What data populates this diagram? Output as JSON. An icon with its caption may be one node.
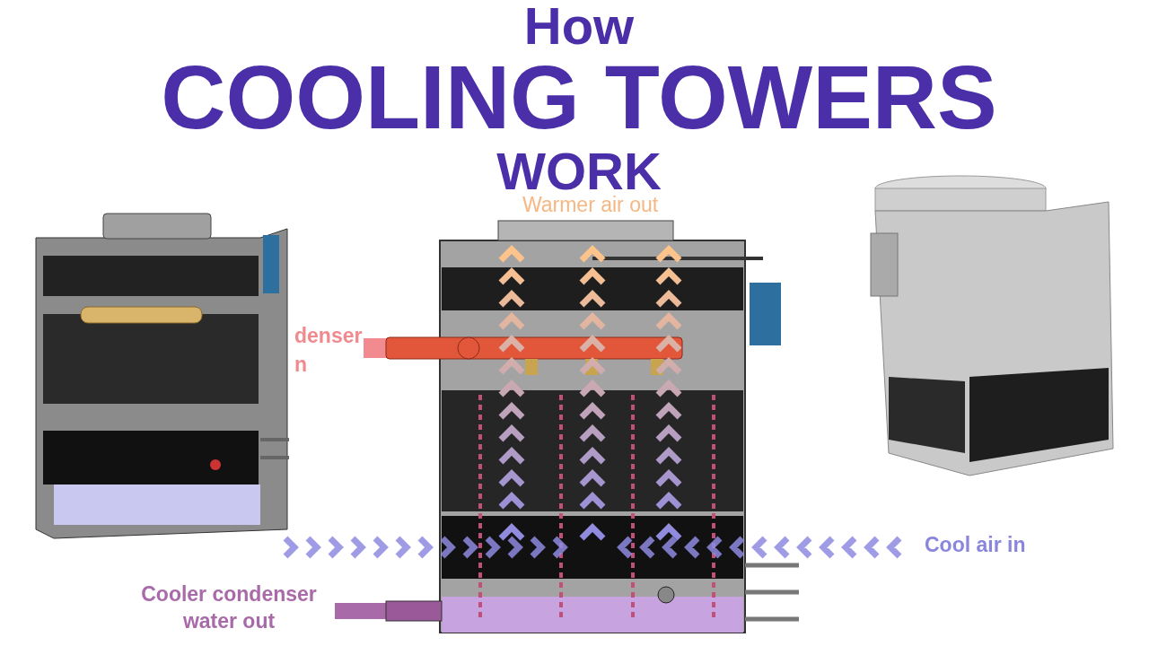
{
  "diagram": {
    "title": "How COOLING TOWERS WORK",
    "labels": [
      "Warmer air out",
      "denser",
      "n",
      "Cool air in",
      "Cooler condenser water out"
    ]
  }
}
